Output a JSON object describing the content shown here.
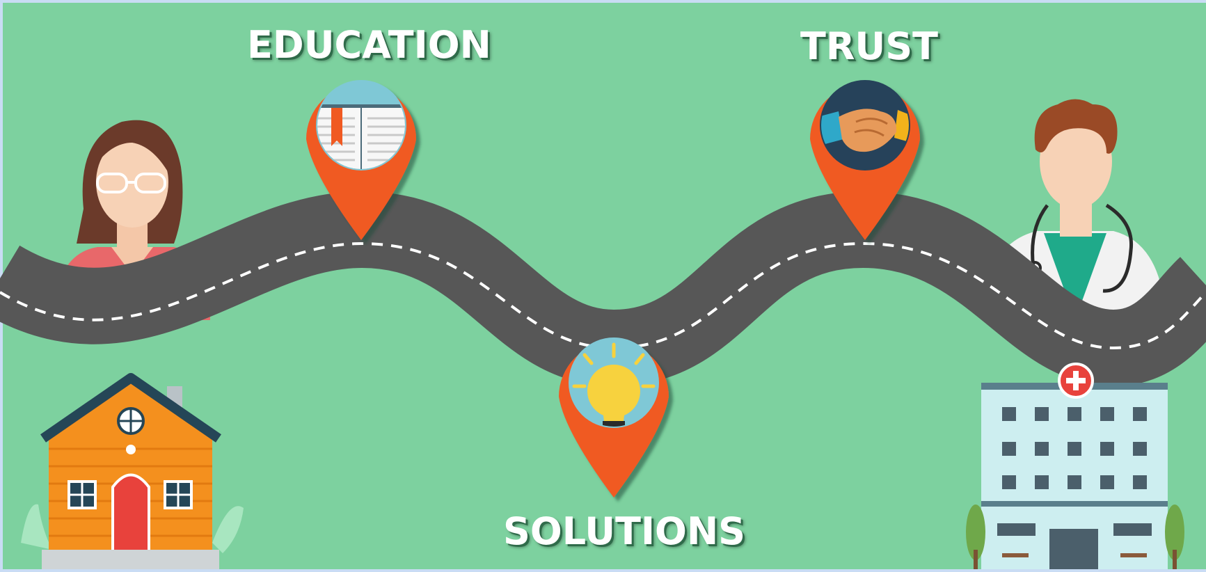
{
  "labels": {
    "education": "EDUCATION",
    "trust": "TRUST",
    "solutions": "SOLUTIONS"
  },
  "colors": {
    "background": "#7dd19f",
    "road": "#575757",
    "pin": "#f05a22"
  },
  "icons": [
    "woman-avatar-icon",
    "book-icon",
    "lightbulb-icon",
    "handshake-icon",
    "doctor-avatar-icon",
    "house-icon",
    "hospital-icon"
  ]
}
